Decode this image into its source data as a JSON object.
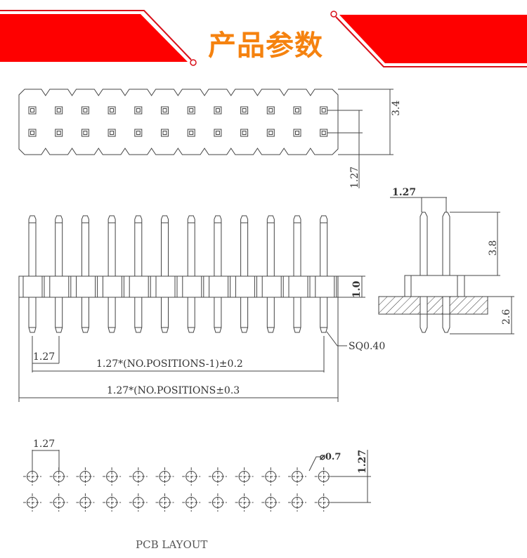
{
  "header": {
    "title": "产品参数",
    "banner_color": "#fe0000",
    "title_color": "#f5820f"
  },
  "top_view": {
    "positions_per_row": 12,
    "rows": 2,
    "dim_height": "3.4",
    "dim_row_pitch": "1.27"
  },
  "front_view": {
    "dim_body_height": "1.0",
    "dim_pitch": "1.27",
    "pin_size": "SQ0.40",
    "dim_pin_span": "1.27*(NO.POSITIONS-1)±0.2",
    "dim_overall": "1.27*(NO.POSITIONS±0.3"
  },
  "side_view": {
    "dim_pitch": "1.27",
    "dim_upper_pin": "3.8",
    "dim_lower_pin": "2.6"
  },
  "pcb_layout": {
    "dim_pitch_x": "1.27",
    "dim_pitch_y": "1.27",
    "hole_diameter": "⌀0.7",
    "caption": "PCB LAYOUT"
  }
}
